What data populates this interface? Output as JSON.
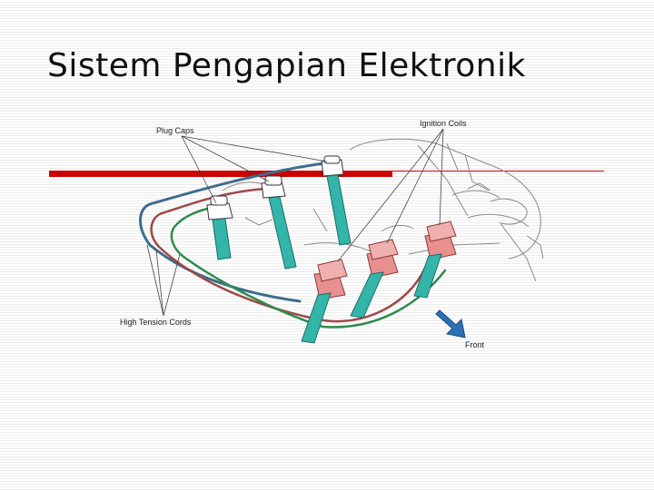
{
  "slide": {
    "title": "Sistem Pengapian Elektronik"
  },
  "diagram": {
    "labels": {
      "plug_caps": "Plug Caps",
      "ignition_coils": "Ignition Coils",
      "high_tension_cords": "High Tension Cords",
      "front": "Front"
    }
  },
  "colors": {
    "accent_rule": "#cc0000",
    "plug_teal": "#33b5a9",
    "coil_pink": "#e88f8f",
    "cord_blue": "#3e6d8c",
    "cord_red": "#a04848",
    "cord_green": "#2f8a4e",
    "front_arrow": "#2f6fb4"
  }
}
